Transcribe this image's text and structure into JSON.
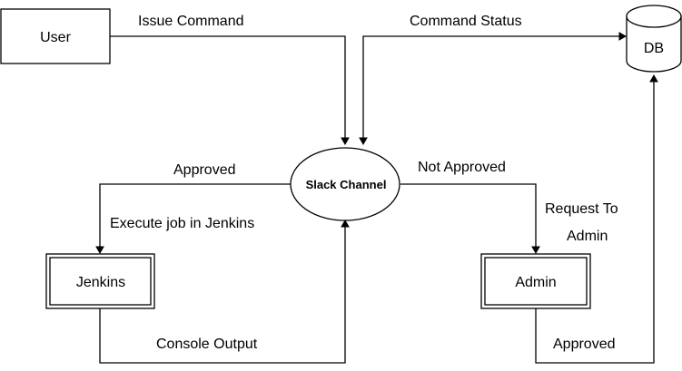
{
  "nodes": {
    "user": "User",
    "slack": "Slack Channel",
    "db": "DB",
    "jenkins": "Jenkins",
    "admin": "Admin"
  },
  "edges": {
    "issue_command": "Issue Command",
    "command_status": "Command Status",
    "approved_left": "Approved",
    "not_approved": "Not Approved",
    "execute_job": "Execute job in Jenkins",
    "request_admin_line1": "Request To",
    "request_admin_line2": "Admin",
    "console_output": "Console Output",
    "approved_right": "Approved"
  }
}
